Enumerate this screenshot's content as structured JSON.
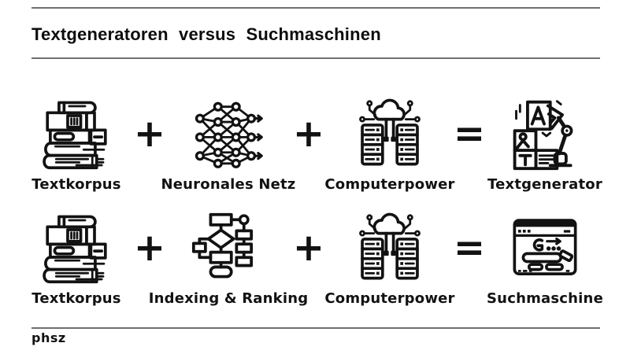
{
  "slide": {
    "title": "Textgeneratoren versus Suchmaschinen",
    "footer_logo": "phsz"
  },
  "colors": {
    "ink": "#121212",
    "rule": "#6f6f6f",
    "background": "#ffffff"
  },
  "rows": [
    {
      "name": "textgenerator-equation",
      "terms": [
        {
          "icon": "books-icon",
          "label": "Textkorpus"
        },
        {
          "icon": "neural-network-icon",
          "label": "Neuronales Netz"
        },
        {
          "icon": "server-cloud-icon",
          "label": "Computerpower"
        }
      ],
      "operators": [
        "+",
        "+",
        "="
      ],
      "result": {
        "icon": "robot-arm-icon",
        "label": "Textgenerator"
      }
    },
    {
      "name": "suchmaschine-equation",
      "terms": [
        {
          "icon": "books-icon",
          "label": "Textkorpus"
        },
        {
          "icon": "flowchart-icon",
          "label": "Indexing & Ranking"
        },
        {
          "icon": "server-cloud-icon",
          "label": "Computerpower"
        }
      ],
      "operators": [
        "+",
        "+",
        "="
      ],
      "result": {
        "icon": "browser-search-icon",
        "label": "Suchmaschine"
      }
    }
  ]
}
